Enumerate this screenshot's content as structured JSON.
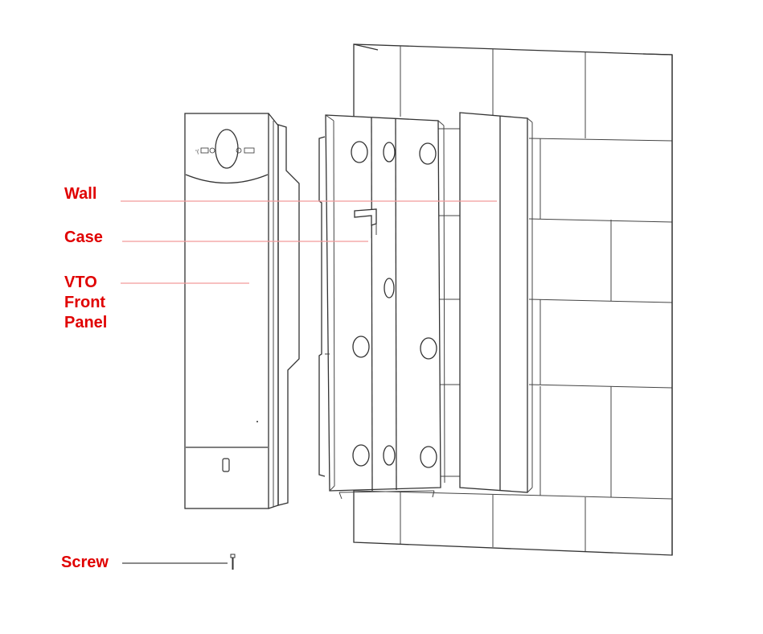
{
  "labels": {
    "wall": "Wall",
    "case": "Case",
    "vto_line1": "VTO",
    "vto_line2": "Front",
    "vto_line3": "Panel",
    "screw": "Screw"
  },
  "colors": {
    "label_text": "#e00000",
    "leader_line": "#f29a9a",
    "drawing_line": "#333333",
    "background": "#ffffff"
  }
}
